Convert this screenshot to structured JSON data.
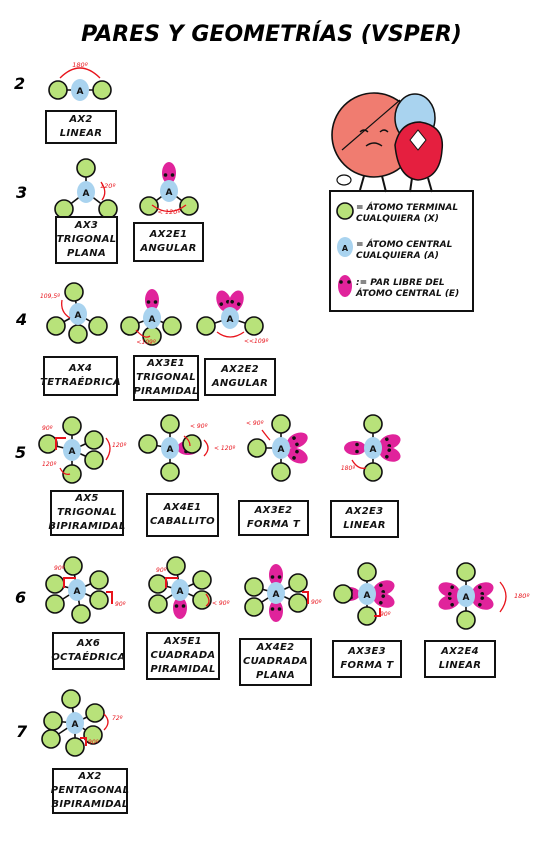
{
  "title": "PARES Y GEOMETRÍAS (VSPER)",
  "central_letter": "A",
  "colors": {
    "terminal": "#b8e27a",
    "central": "#a9d3ef",
    "lone_pair": "#e0239b",
    "angle": "#e8141c",
    "outline": "#111111"
  },
  "rows": [
    {
      "number": "2",
      "items": [
        {
          "formula": "AX2",
          "name": [
            "LINEAR"
          ],
          "angles": [
            "180º"
          ]
        }
      ]
    },
    {
      "number": "3",
      "items": [
        {
          "formula": "AX3",
          "name": [
            "TRIGONAL",
            "PLANA"
          ],
          "angles": [
            "120º"
          ]
        },
        {
          "formula": "AX2E1",
          "name": [
            "ANGULAR"
          ],
          "angles": [
            "< 120º"
          ]
        }
      ]
    },
    {
      "number": "4",
      "items": [
        {
          "formula": "AX4",
          "name": [
            "TETRAÉDRICA"
          ],
          "angles": [
            "109,5º"
          ]
        },
        {
          "formula": "AX3E1",
          "name": [
            "TRIGONAL",
            "PIRAMIDAL"
          ],
          "angles": [
            "<109º"
          ]
        },
        {
          "formula": "AX2E2",
          "name": [
            "ANGULAR"
          ],
          "angles": [
            "<<109º"
          ]
        }
      ]
    },
    {
      "number": "5",
      "items": [
        {
          "formula": "AX5",
          "name": [
            "TRIGONAL",
            "BIPIRAMIDAL"
          ],
          "angles": [
            "90º",
            "120º",
            "120º"
          ]
        },
        {
          "formula": "AX4E1",
          "name": [
            "CABALLITO"
          ],
          "angles": [
            "< 90º",
            "< 120º"
          ]
        },
        {
          "formula": "AX3E2",
          "name": [
            "FORMA T"
          ],
          "angles": [
            "< 90º"
          ]
        },
        {
          "formula": "AX2E3",
          "name": [
            "LINEAR"
          ],
          "angles": [
            "180º"
          ]
        }
      ]
    },
    {
      "number": "6",
      "items": [
        {
          "formula": "AX6",
          "name": [
            "OCTAÉDRICA"
          ],
          "angles": [
            "90º",
            "90º"
          ]
        },
        {
          "formula": "AX5E1",
          "name": [
            "CUADRADA",
            "PIRAMIDAL"
          ],
          "angles": [
            "90º",
            "< 90º"
          ]
        },
        {
          "formula": "AX4E2",
          "name": [
            "CUADRADA",
            "PLANA"
          ],
          "angles": [
            "90º"
          ]
        },
        {
          "formula": "AX3E3",
          "name": [
            "FORMA T"
          ],
          "angles": [
            "90º"
          ]
        },
        {
          "formula": "AX2E4",
          "name": [
            "LINEAR"
          ],
          "angles": [
            "180º"
          ]
        }
      ]
    },
    {
      "number": "7",
      "items": [
        {
          "formula": "AX2",
          "name": [
            "PENTAGONAL",
            "BIPIRAMIDAL"
          ],
          "angles": [
            "72º",
            "90º"
          ]
        }
      ]
    }
  ],
  "legend": {
    "terminal": [
      "= ÁTOMO TERMINAL",
      "CUALQUIERA (X)"
    ],
    "central": [
      "= ÁTOMO CENTRAL",
      "CUALQUIERA (A)"
    ],
    "lone_pair": [
      ":= PAR LIBRE DEL",
      "ÁTOMO CENTRAL (E)"
    ]
  }
}
